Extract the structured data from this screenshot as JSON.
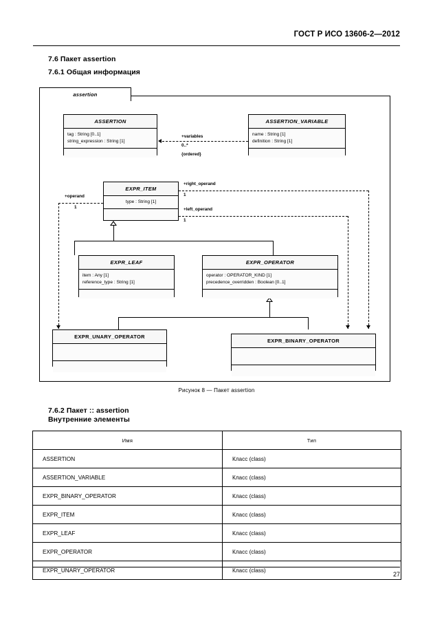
{
  "header": {
    "standard_ref": "ГОСТ Р ИСО 13606-2—2012"
  },
  "sections": {
    "s76": "7.6 Пакет assertion",
    "s761": "7.6.1 Общая информация",
    "s762": "7.6.2 Пакет :: assertion",
    "s762_sub": "Внутренние элементы"
  },
  "diagram": {
    "package_label": "assertion",
    "classes": {
      "assertion": {
        "name": "ASSERTION",
        "attrs": [
          "tag : String [0..1]",
          "string_expression : String [1]"
        ]
      },
      "assertion_variable": {
        "name": "ASSERTION_VARIABLE",
        "attrs": [
          "name : String [1]",
          "definition : String [1]"
        ]
      },
      "expr_item": {
        "name": "EXPR_ITEM",
        "attrs": [
          "type : String [1]"
        ]
      },
      "expr_leaf": {
        "name": "EXPR_LEAF",
        "attrs": [
          "item : Any [1]",
          "reference_type : String [1]"
        ]
      },
      "expr_operator": {
        "name": "EXPR_OPERATOR",
        "attrs": [
          "operator : OPERATOR_KIND [1]",
          "precedence_overridden : Boolean [0..1]"
        ]
      },
      "expr_unary_operator": {
        "name": "EXPR_UNARY_OPERATOR",
        "attrs": []
      },
      "expr_binary_operator": {
        "name": "EXPR_BINARY_OPERATOR",
        "attrs": []
      }
    },
    "associations": {
      "variables_role": "+variables",
      "variables_mult": "0..*",
      "variables_constraint": "{ordered}",
      "operand_role": "+operand",
      "operand_mult": "1",
      "right_operand_role": "+right_operand",
      "right_operand_mult": "1",
      "left_operand_role": "+left_operand",
      "left_operand_mult": "1"
    }
  },
  "caption": "Рисунок 8 — Пакет assertion",
  "table": {
    "headers": [
      "Имя",
      "Тип"
    ],
    "rows": [
      {
        "name": "ASSERTION",
        "type": "Класс  (class)"
      },
      {
        "name": "ASSERTION_VARIABLE",
        "type": "Класс  (class)"
      },
      {
        "name": "EXPR_BINARY_OPERATOR",
        "type": "Класс  (class)"
      },
      {
        "name": "EXPR_ITEM",
        "type": "Класс  (class)"
      },
      {
        "name": "EXPR_LEAF",
        "type": "Класс  (class)"
      },
      {
        "name": "EXPR_OPERATOR",
        "type": "Класс  (class)"
      },
      {
        "name": "EXPR_UNARY_OPERATOR",
        "type": "Класс  (class)"
      }
    ]
  },
  "footer": {
    "page_number": "27"
  }
}
